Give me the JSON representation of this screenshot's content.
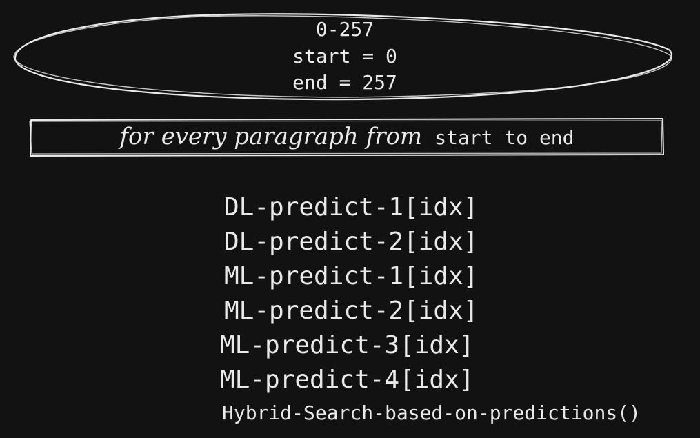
{
  "range_node": {
    "range": "0-257",
    "start": "start = 0",
    "end": "end = 257"
  },
  "loop_node": {
    "handwritten": "for every paragraph from",
    "code": "start to end"
  },
  "predictions": [
    "DL-predict-1[idx]",
    "DL-predict-2[idx]",
    "ML-predict-1[idx]",
    "ML-predict-2[idx]",
    "ML-predict-3[idx]",
    "ML-predict-4[idx]"
  ],
  "final_call": "Hybrid-Search-based-on-predictions()",
  "colors": {
    "background": "#121212",
    "stroke": "#eaeaea",
    "text": "#eaeaea"
  }
}
